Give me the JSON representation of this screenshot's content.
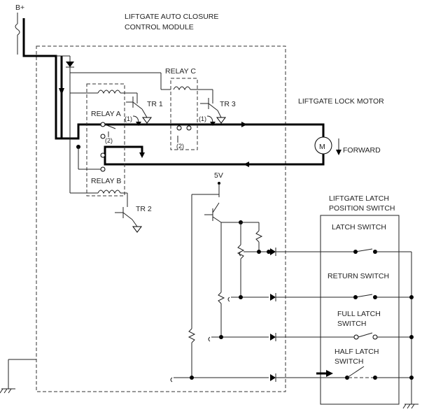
{
  "labels": {
    "battery": "B+",
    "module_title_line1": "LIFTGATE AUTO CLOSURE",
    "module_title_line2": "CONTROL MODULE",
    "relay_a": "RELAY A",
    "relay_b": "RELAY B",
    "relay_c": "RELAY C",
    "tr1": "TR 1",
    "tr2": "TR 2",
    "tr3": "TR 3",
    "step1_a": "(1)",
    "step1_c": "(1)",
    "step2_a": "(2)",
    "step2_c": "(2)",
    "lock_motor": "LIFTGATE LOCK MOTOR",
    "motor_symbol": "M",
    "forward": "FORWARD",
    "supply": "5V",
    "position_switch_line1": "LIFTGATE LATCH",
    "position_switch_line2": "POSITION SWITCH",
    "latch_switch": "LATCH SWITCH",
    "return_switch": "RETURN SWITCH",
    "full_latch_line1": "FULL LATCH",
    "full_latch_line2": "SWITCH",
    "half_latch_line1": "HALF LATCH",
    "half_latch_line2": "SWITCH"
  }
}
